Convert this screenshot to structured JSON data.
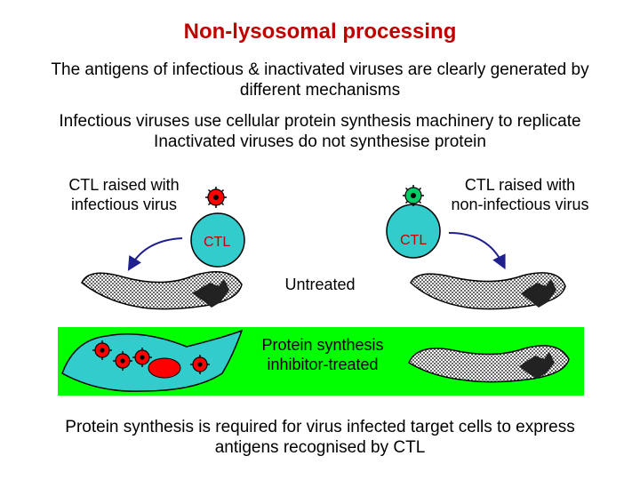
{
  "title": "Non-lysosomal processing",
  "intro": [
    "The antigens of infectious & inactivated viruses are clearly generated by",
    "different mechanisms"
  ],
  "mechanisms": [
    "Infectious viruses use cellular protein synthesis machinery to replicate",
    "Inactivated viruses do not synthesise protein"
  ],
  "left_ctl": {
    "label": [
      "CTL raised with",
      "infectious virus"
    ],
    "cell_text": "CTL"
  },
  "right_ctl": {
    "label": [
      "CTL raised with",
      "non-infectious virus"
    ],
    "cell_text": "CTL"
  },
  "untreated_label": "Untreated",
  "inhibitor_label": [
    "Protein synthesis",
    "inhibitor-treated"
  ],
  "conclusion": [
    "Protein synthesis is required for virus infected target cells to express",
    "antigens recognised by CTL"
  ],
  "colors": {
    "title": "#c00000",
    "ctl_cell": "#33cccc",
    "green_band": "#00ff00",
    "target_cell_infected": "#33cccc",
    "virus_red": "#ff0000",
    "virus_green": "#00cc66",
    "dark_nucleus": "#222222",
    "arrow": "#1f1f8f"
  },
  "icons": [
    "virus-icon",
    "ctl-cell-icon",
    "target-cell-icon",
    "curved-arrow-icon"
  ]
}
